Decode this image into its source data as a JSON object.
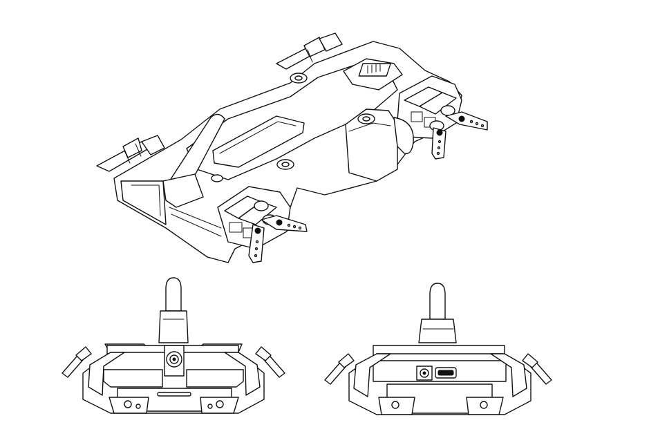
{
  "drawing": {
    "views": [
      {
        "name": "isometric-view",
        "kind": "isometric"
      },
      {
        "name": "front-view",
        "kind": "front"
      },
      {
        "name": "rear-view",
        "kind": "rear"
      }
    ],
    "colors": {
      "line": "#111111",
      "background": "#ffffff"
    },
    "labels": []
  }
}
